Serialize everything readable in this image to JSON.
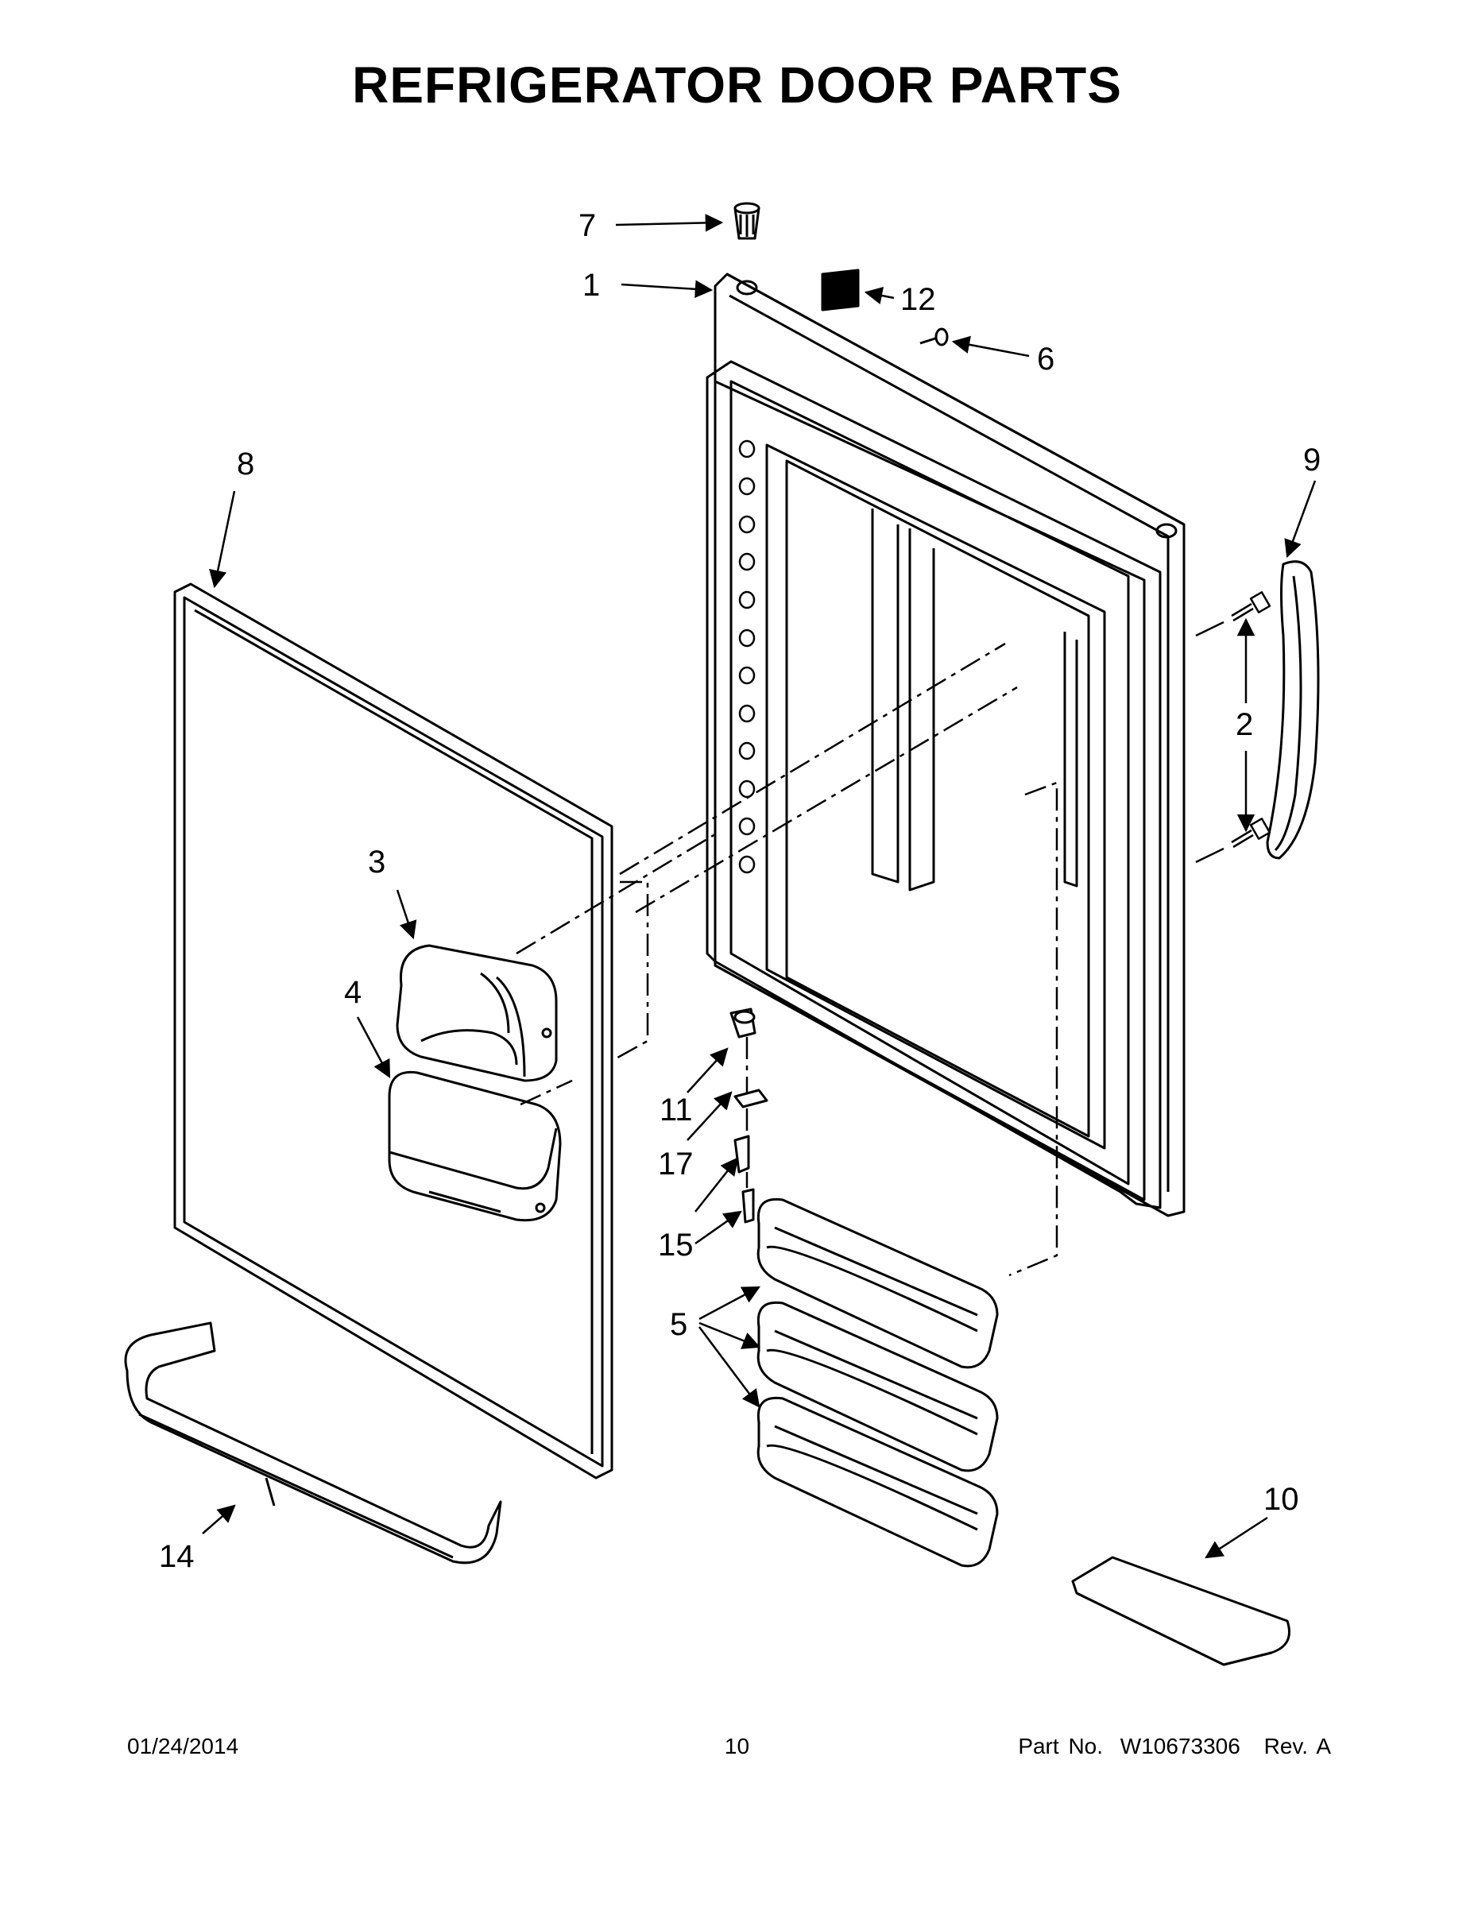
{
  "title": "REFRIGERATOR DOOR PARTS",
  "callouts": {
    "c1": "1",
    "c2": "2",
    "c3": "3",
    "c4": "4",
    "c5": "5",
    "c6": "6",
    "c7": "7",
    "c8": "8",
    "c9": "9",
    "c10": "10",
    "c11": "11",
    "c12": "12",
    "c14": "14",
    "c15": "15",
    "c17": "17"
  },
  "footer": {
    "date": "01/24/2014",
    "page": "10",
    "part_label": "Part No.",
    "part_number": "W10673306",
    "revision": "Rev. A"
  }
}
